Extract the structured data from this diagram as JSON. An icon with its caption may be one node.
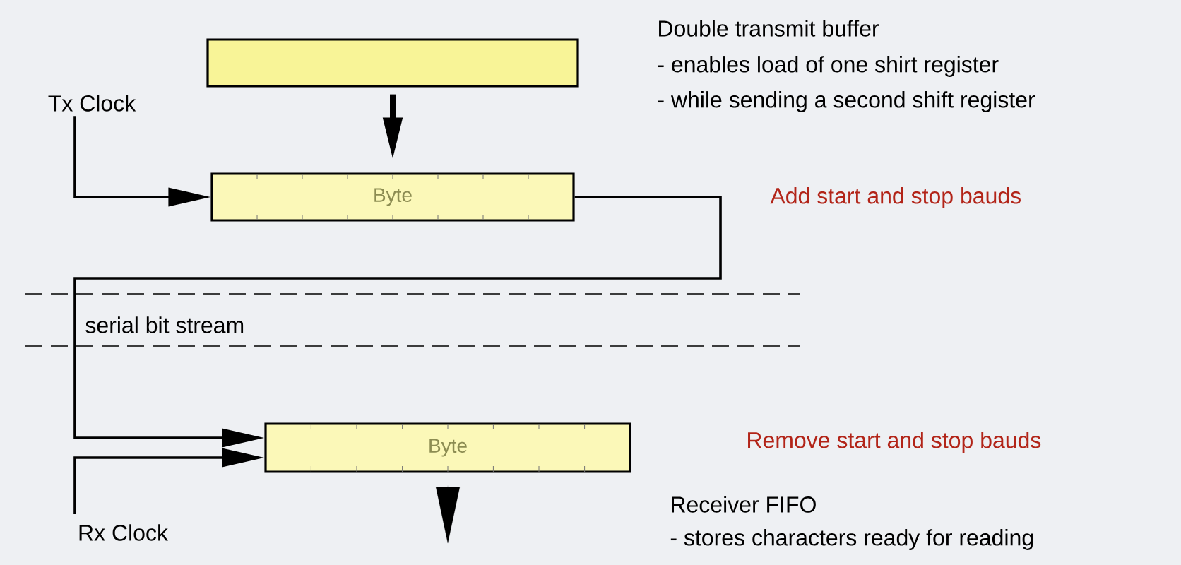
{
  "diagram": {
    "nodes": [
      {
        "text": [],
        "shape": "box"
      },
      {
        "text": [
          "Tx Clock"
        ]
      },
      {
        "text": [
          "Byte"
        ]
      },
      {
        "text": [
          "Byte"
        ]
      },
      {
        "text": [
          "Rx Clock"
        ]
      }
    ],
    "edges": [
      {
        "from": 0,
        "to": 2,
        "arrow": "to"
      },
      {
        "from": 1,
        "to": 2,
        "arrow": "to"
      },
      {
        "from": 2,
        "to": 3,
        "arrow": "to"
      },
      {
        "from": 4,
        "to": 3,
        "arrow": "to"
      },
      {
        "from": 3,
        "to": null,
        "arrow": "to"
      }
    ],
    "labels": [
      "Double transmit buffer",
      "- enables load of one shirt register",
      "- while sending a second shift register",
      "Add start and stop bauds",
      "serial bit stream",
      "Remove start and stop bauds",
      "Receiver FIFO",
      "- stores characters ready for reading"
    ]
  }
}
